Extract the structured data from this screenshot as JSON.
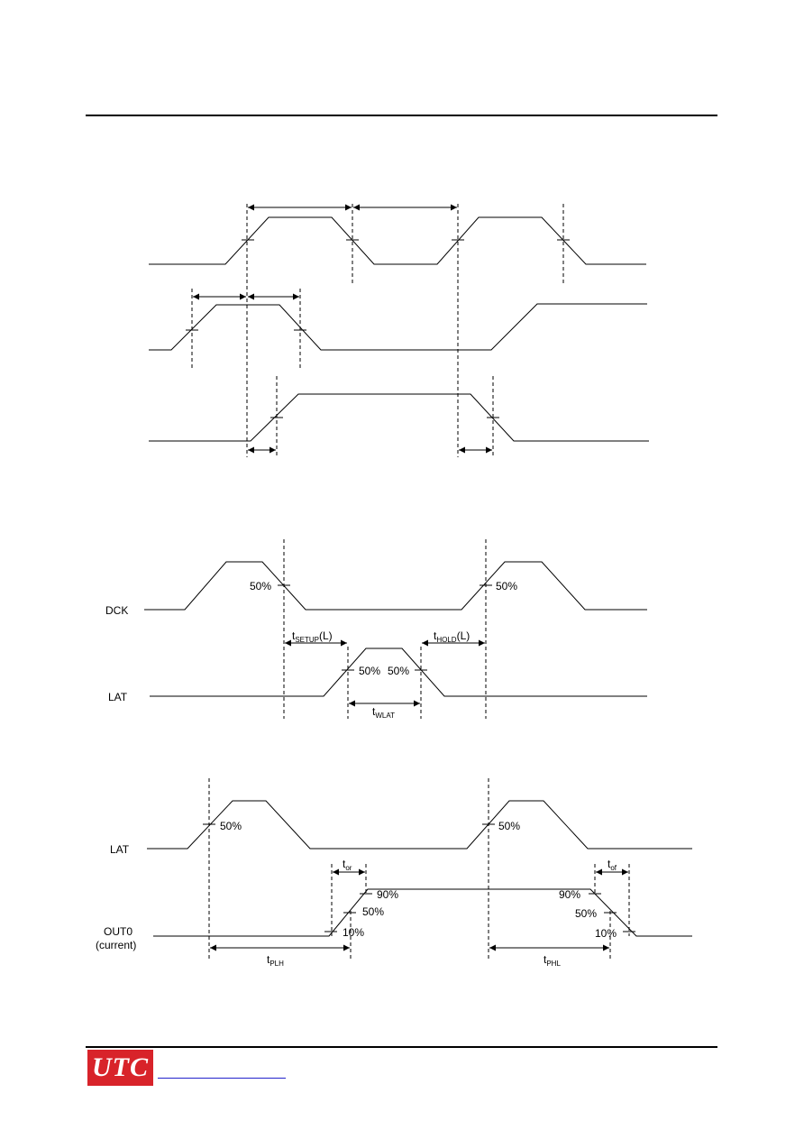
{
  "header": {
    "title": ""
  },
  "diagram1": {},
  "diagram2": {
    "signals": {
      "clock": "DCK",
      "latch": "LAT"
    },
    "thresholds": {
      "a": "50%",
      "b": "50%",
      "c": "50%",
      "d": "50%"
    },
    "timings": {
      "setup_main": "t",
      "setup_sub": "SETUP",
      "setup_tail": "(L)",
      "hold_main": "t",
      "hold_sub": "HOLD",
      "hold_tail": "(L)",
      "width_main": "t",
      "width_sub": "WLAT"
    }
  },
  "diagram3": {
    "signals": {
      "latch": "LAT",
      "output_line1": "OUT0",
      "output_line2": "(current)"
    },
    "thresholds": {
      "lat_rise": "50%",
      "lat_rise2": "50%",
      "out_rise_90": "90%",
      "out_rise_50": "50%",
      "out_rise_10": "10%",
      "out_fall_90": "90%",
      "out_fall_50": "50%",
      "out_fall_10": "10%"
    },
    "timings": {
      "rise_main": "t",
      "rise_sub": "or",
      "fall_main": "t",
      "fall_sub": "of",
      "plh_main": "t",
      "plh_sub": "PLH",
      "phl_main": "t",
      "phl_sub": "PHL"
    }
  },
  "footer": {
    "logo_text": "UTC",
    "colors": {
      "logo_bg": "#d8232a",
      "link_underline": "#2222cc"
    }
  }
}
